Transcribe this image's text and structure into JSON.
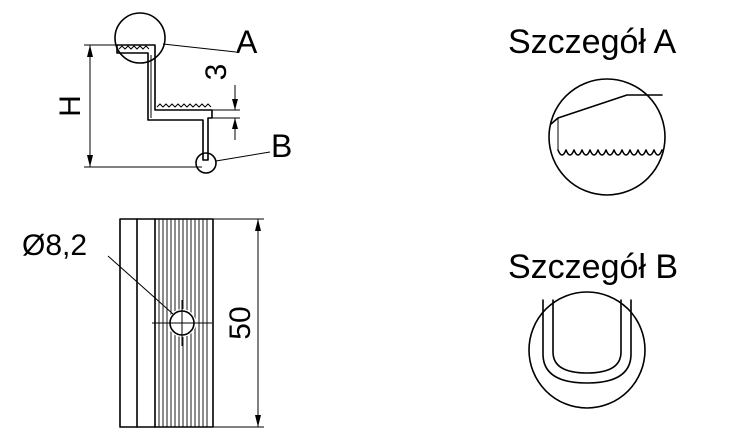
{
  "labels": {
    "callout_a": "A",
    "callout_b": "B",
    "dim_height": "H",
    "dim_step": "3",
    "dim_diameter": "Ø8,2",
    "dim_length": "50"
  },
  "details": {
    "a_title": "Szczegół A",
    "b_title": "Szczegół B"
  }
}
